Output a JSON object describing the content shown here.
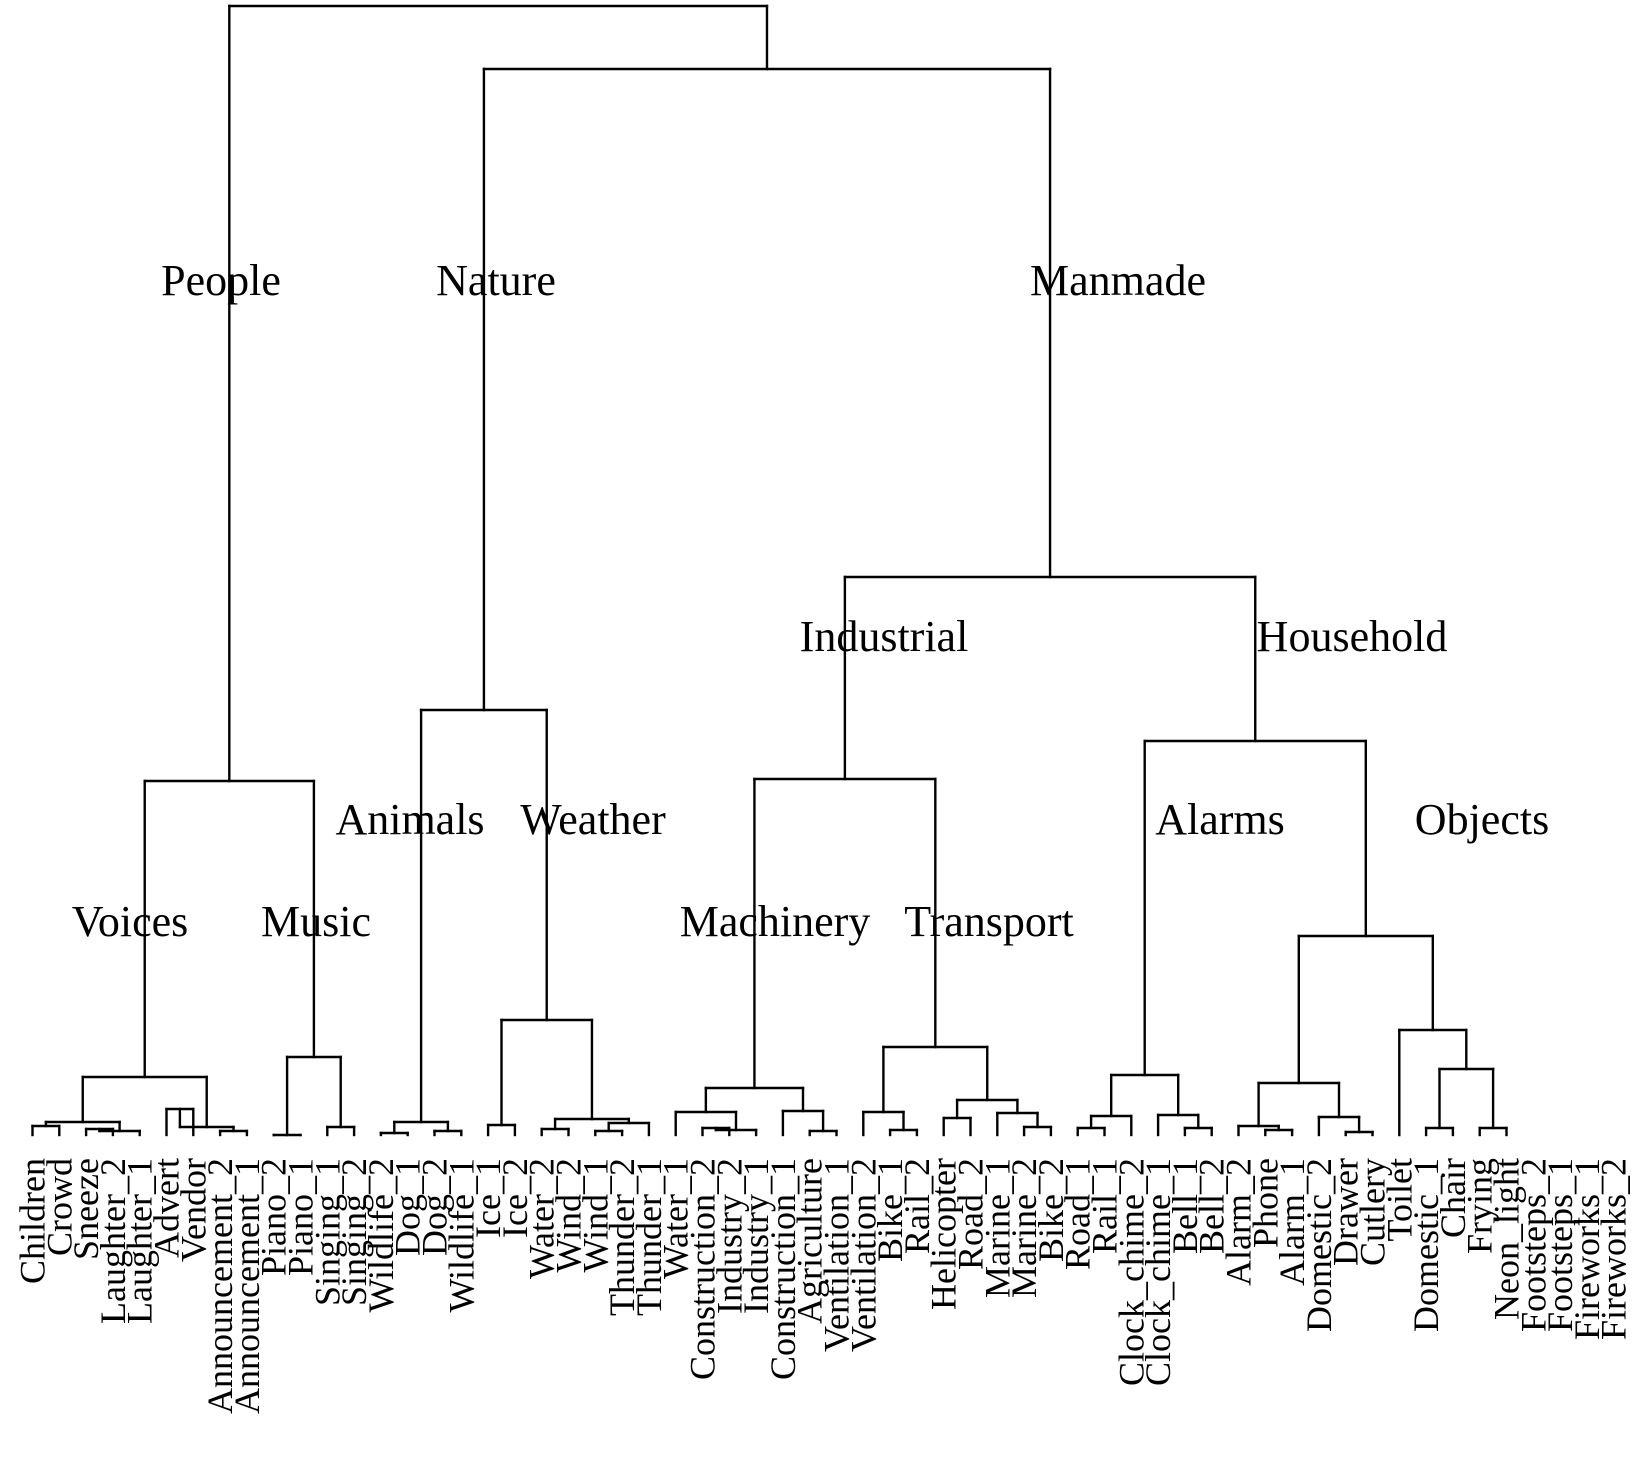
{
  "colors": {
    "line": "#000000",
    "background": "#ffffff",
    "text": "#000000"
  },
  "group_labels": {
    "people": "People",
    "nature": "Nature",
    "manmade": "Manmade",
    "industrial": "Industrial",
    "household": "Household",
    "voices": "Voices",
    "music": "Music",
    "animals": "Animals",
    "weather": "Weather",
    "machinery": "Machinery",
    "transport": "Transport",
    "alarms": "Alarms",
    "objects": "Objects"
  },
  "leaves": [
    "Children",
    "Crowd",
    "Sneeze",
    "Laughter_2",
    "Laughter_1",
    "Advert",
    "Vendor",
    "Announcement_2",
    "Announcement_1",
    "Piano_2",
    "Piano_1",
    "Singing_1",
    "Singing_2",
    "Wildlife_2",
    "Dog_1",
    "Dog_2",
    "Wildlife_1",
    "Ice_1",
    "Ice_2",
    "Water_2",
    "Wind_2",
    "Wind_1",
    "Thunder_2",
    "Thunder_1",
    "Water_1",
    "Construction_2",
    "Industry_2",
    "Industry_1",
    "Construction_1",
    "Agriculture",
    "Ventilation_1",
    "Ventilation_2",
    "Bike_1",
    "Rail_2",
    "Helicopter",
    "Road_2",
    "Marine_1",
    "Marine_2",
    "Bike_2",
    "Road_1",
    "Rail_1",
    "Clock_chime_2",
    "Clock_chime_1",
    "Bell_1",
    "Bell_2",
    "Alarm_2",
    "Phone",
    "Alarm_1",
    "Domestic_2",
    "Drawer",
    "Cutlery",
    "Toilet",
    "Domestic_1",
    "Chair",
    "Frying",
    "Neon_light",
    "Footsteps_2",
    "Footsteps_1",
    "Fireworks_1",
    "Fireworks_2"
  ]
}
